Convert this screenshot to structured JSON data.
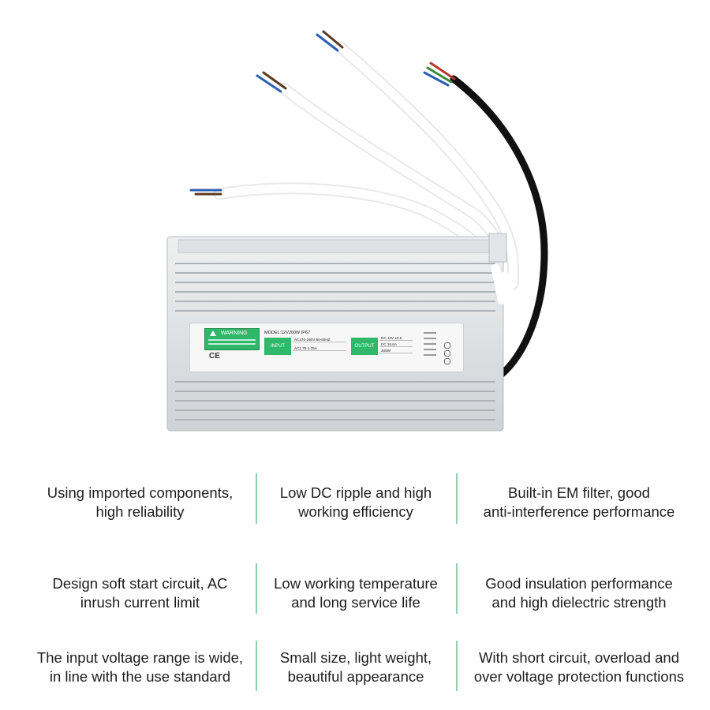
{
  "product": {
    "label": {
      "warning_title": "WARNING",
      "warning_text": "High temperature, please do not touch the surface!",
      "ce_mark": "CE",
      "model": "MODEL:12V200W  IP67",
      "input_tag": "INPUT",
      "output_tag": "OUTPUT",
      "input_specs": [
        "AC170-260V 50-60HZ",
        "AC1.76-1.35A"
      ],
      "output_specs": [
        "DC 12V ±0.5",
        "DC  16.6A",
        "200W"
      ]
    },
    "colors": {
      "label_green": "#2fb86a",
      "case_silver": "#d8dbdd",
      "divider_green": "#8fd1ad"
    }
  },
  "features": [
    {
      "lines": [
        "Using imported components,",
        "high reliability"
      ]
    },
    {
      "lines": [
        "Low DC ripple and high",
        "working efficiency"
      ]
    },
    {
      "lines": [
        "Built-in EM filter, good",
        "anti-interference performance"
      ]
    },
    {
      "lines": [
        "Design soft start circuit, AC",
        "inrush current limit"
      ]
    },
    {
      "lines": [
        "Low working temperature",
        "and long service life"
      ]
    },
    {
      "lines": [
        "Good insulation performance",
        "and high dielectric strength"
      ]
    },
    {
      "lines": [
        "The input voltage range is wide,",
        "in line with the use standard"
      ]
    },
    {
      "lines": [
        "Small size, light weight,",
        "beautiful appearance"
      ]
    },
    {
      "lines": [
        "With short circuit, overload and",
        "over voltage protection functions"
      ]
    }
  ]
}
